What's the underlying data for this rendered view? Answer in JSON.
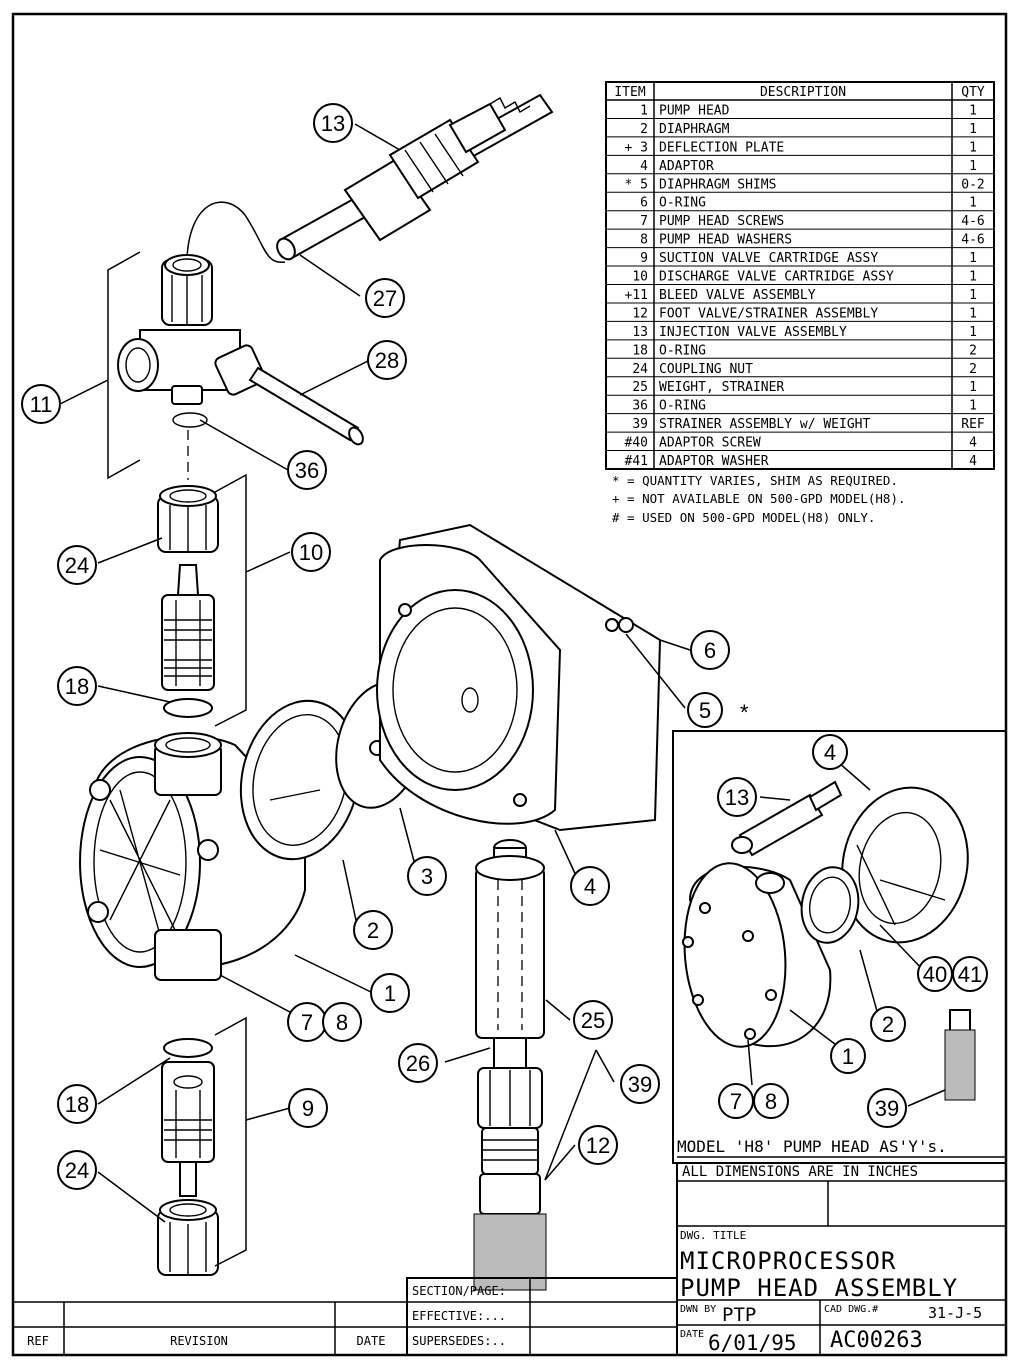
{
  "parts_table": {
    "headers": {
      "item": "ITEM",
      "description": "DESCRIPTION",
      "qty": "QTY"
    },
    "rows": [
      {
        "item": "1",
        "description": "PUMP HEAD",
        "qty": "1"
      },
      {
        "item": "2",
        "description": "DIAPHRAGM",
        "qty": "1"
      },
      {
        "item": "+ 3",
        "description": "DEFLECTION PLATE",
        "qty": "1"
      },
      {
        "item": "4",
        "description": "ADAPTOR",
        "qty": "1"
      },
      {
        "item": "* 5",
        "description": "DIAPHRAGM SHIMS",
        "qty": "0-2"
      },
      {
        "item": "6",
        "description": "O-RING",
        "qty": "1"
      },
      {
        "item": "7",
        "description": "PUMP HEAD SCREWS",
        "qty": "4-6"
      },
      {
        "item": "8",
        "description": "PUMP HEAD WASHERS",
        "qty": "4-6"
      },
      {
        "item": "9",
        "description": "SUCTION VALVE CARTRIDGE ASSY",
        "qty": "1"
      },
      {
        "item": "10",
        "description": "DISCHARGE VALVE CARTRIDGE ASSY",
        "qty": "1"
      },
      {
        "item": "+11",
        "description": "BLEED VALVE ASSEMBLY",
        "qty": "1"
      },
      {
        "item": "12",
        "description": "FOOT VALVE/STRAINER ASSEMBLY",
        "qty": "1"
      },
      {
        "item": "13",
        "description": " INJECTION VALVE ASSEMBLY",
        "qty": "1"
      },
      {
        "item": "18",
        "description": "O-RING",
        "qty": "2"
      },
      {
        "item": "24",
        "description": "COUPLING NUT",
        "qty": "2"
      },
      {
        "item": "25",
        "description": "WEIGHT, STRAINER",
        "qty": "1"
      },
      {
        "item": "36",
        "description": "O-RING",
        "qty": "1"
      },
      {
        "item": "39",
        "description": "STRAINER ASSEMBLY w/ WEIGHT",
        "qty": "REF"
      },
      {
        "item": "#40",
        "description": "ADAPTOR SCREW",
        "qty": "4"
      },
      {
        "item": "#41",
        "description": "ADAPTOR WASHER",
        "qty": "4"
      }
    ]
  },
  "notes": [
    "* = QUANTITY VARIES, SHIM AS REQUIRED.",
    "+ = NOT AVAILABLE ON 500-GPD MODEL(H8).",
    "# = USED ON 500-GPD MODEL(H8) ONLY."
  ],
  "callouts": {
    "c13": "13",
    "c27": "27",
    "c28": "28",
    "c11": "11",
    "c36": "36",
    "c24a": "24",
    "c10": "10",
    "c18a": "18",
    "c6": "6",
    "c5": "5",
    "c3": "3",
    "c4": "4",
    "c2": "2",
    "c1": "1",
    "c7": "7",
    "c8": "8",
    "c25": "25",
    "c26": "26",
    "c39": "39",
    "c18b": "18",
    "c9": "9",
    "c12": "12",
    "c24b": "24",
    "i4": "4",
    "i13": "13",
    "i40": "40",
    "i41": "41",
    "i2": "2",
    "i1": "1",
    "i7": "7",
    "i8": "8",
    "i39": "39"
  },
  "asterisk_mark": "*",
  "inset_caption": "MODEL 'H8' PUMP HEAD AS'Y's.",
  "title_block": {
    "dimensions_note": "ALL DIMENSIONS ARE IN INCHES",
    "dwg_title_label": "DWG. TITLE",
    "title_line1": "MICROPROCESSOR",
    "title_line2": "PUMP HEAD ASSEMBLY",
    "dwn_by_label": "DWN BY",
    "dwn_by": "PTP",
    "cad_dwg_label": "CAD DWG.#",
    "cad_dwg": "31-J-5",
    "date_label": "DATE",
    "date": "6/01/95",
    "drawing_number": "AC00263",
    "section_page": "SECTION/PAGE:",
    "effective": "EFFECTIVE:...",
    "supersedes": "SUPERSEDES:..",
    "ref": "REF",
    "revision": "REVISION",
    "date_col": "DATE"
  }
}
